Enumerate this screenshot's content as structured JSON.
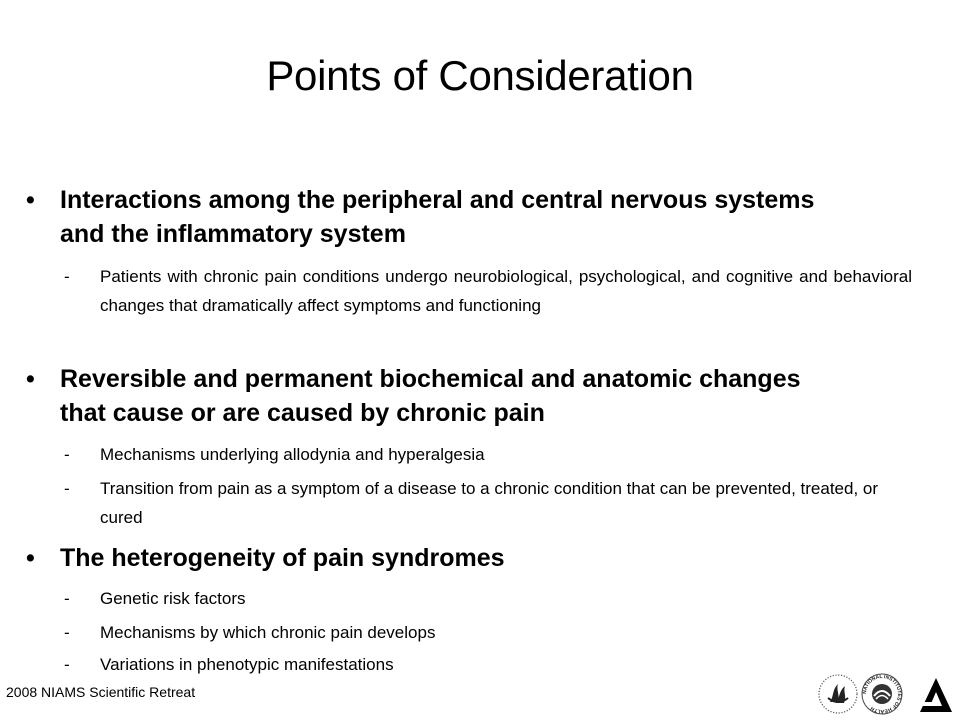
{
  "slide": {
    "title": "Points of Consideration",
    "bullets": [
      {
        "text": "Interactions among the peripheral and central nervous systems and the inflammatory system",
        "subs": [
          "Patients with chronic pain conditions undergo neurobiological, psychological, and cognitive and behavioral changes that dramatically affect symptoms and functioning"
        ]
      },
      {
        "text": "Reversible and permanent biochemical and anatomic changes that cause or are caused by chronic pain",
        "subs": [
          "Mechanisms underlying allodynia and hyperalgesia",
          "Transition from pain as a symptom of a disease to a chronic condition that can be prevented, treated, or cured"
        ]
      },
      {
        "text": "The heterogeneity of pain syndromes",
        "subs": [
          "Genetic risk factors",
          "Mechanisms by which chronic pain develops",
          "Variations in phenotypic manifestations"
        ]
      }
    ],
    "bullet_glyph": "•",
    "sub_glyph": "-",
    "footer": "2008 NIAMS Scientific Retreat"
  },
  "logos": {
    "hhs": "hhs-logo-icon",
    "nih": "nih-logo-icon",
    "niams": "niams-logo-icon",
    "nih_ring_text": "NATIONAL INSTITUTES OF HEALTH"
  }
}
